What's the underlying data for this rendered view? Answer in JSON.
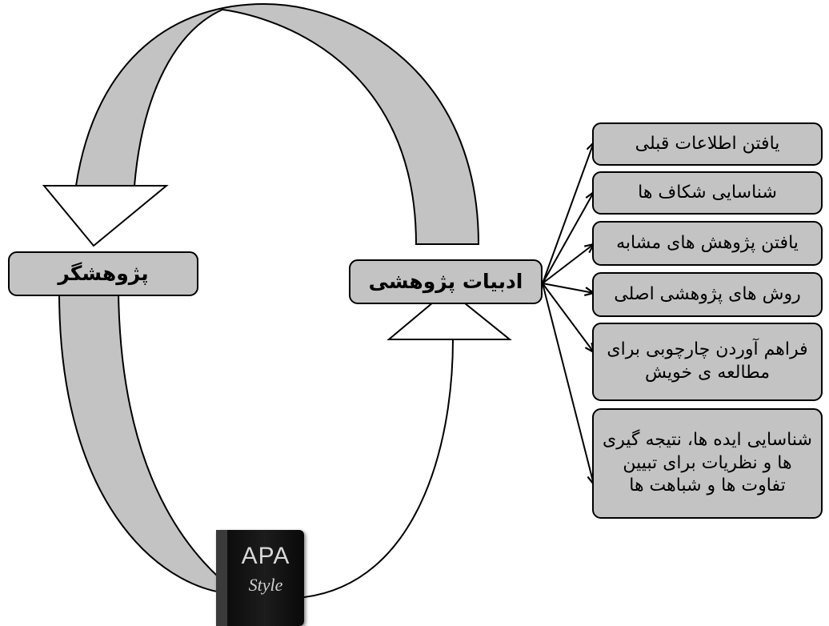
{
  "nodes": {
    "researcher": "پژوهشگر",
    "literature": "ادبیات پژوهشی"
  },
  "purposes": [
    "یافتن اطلاعات قبلی",
    "شناسایی شکاف ها",
    "یافتن پژوهش های مشابه",
    "روش های پژوهشی اصلی",
    "فراهم آوردن چارچوبی برای مطالعه ی خویش",
    "شناسایی ایده ها، نتیجه گیری ها و نظریات برای تبیین تفاوت ها و شباهت ها"
  ],
  "book": {
    "title": "APA",
    "subtitle": "Style"
  },
  "colors": {
    "box_fill": "#c3c3c3",
    "outline": "#000000",
    "arrow_fill": "#c3c3c3"
  }
}
